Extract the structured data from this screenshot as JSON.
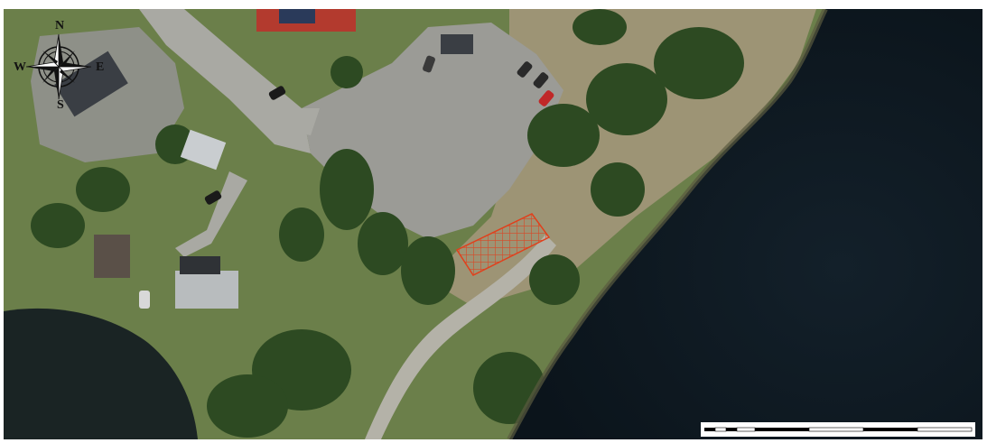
{
  "map": {
    "imagery": "satellite",
    "colors": {
      "water": "#0f1a22",
      "water_edge": "#1c2b2a",
      "grass": "#6b7f4a",
      "dry_grass": "#a39a78",
      "gravel": "#9a9a94",
      "road": "#a8a8a2",
      "trees": "#2d4a22",
      "roof_dark": "#3a3e44",
      "roof_light": "#c9cdd0",
      "roof_red": "#b33a2e",
      "highlight_grid": "#e0401c"
    },
    "features": [
      "lake",
      "parking-lot",
      "road",
      "buildings",
      "tree-cover",
      "highlighted-grid-area"
    ]
  },
  "compass": {
    "north": "N",
    "south": "S",
    "west": "W",
    "east": "E",
    "icon": "compass-rose-icon"
  },
  "scalebar": {
    "units": "",
    "ticks": []
  }
}
